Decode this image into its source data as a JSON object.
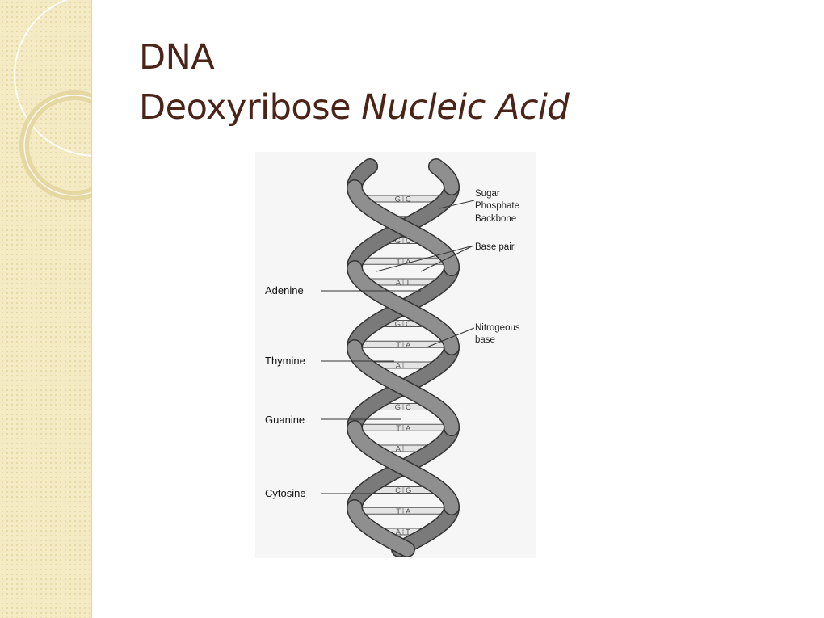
{
  "slide": {
    "title_line1": "DNA",
    "title_line2_part1": "Deoxyribose",
    "title_line2_part2": "Nucleic Acid",
    "title_color": "#4a2418",
    "panel_color": "#f4ebc4"
  },
  "diagram": {
    "labels": {
      "sugar_line1": "Sugar",
      "sugar_line2": "Phosphate",
      "sugar_line3": "Backbone",
      "base_pair": "Base pair",
      "nitro_line1": "Nitrogeous",
      "nitro_line2": "base",
      "adenine": "Adenine",
      "thymine": "Thymine",
      "guanine": "Guanine",
      "cytosine": "Cytosine"
    },
    "base_pairs": [
      {
        "left": "G",
        "right": "C"
      },
      {
        "left": "",
        "right": ""
      },
      {
        "left": "G",
        "right": "C"
      },
      {
        "left": "T",
        "right": "A"
      },
      {
        "left": "A",
        "right": "T"
      },
      {
        "left": "",
        "right": ""
      },
      {
        "left": "G",
        "right": "C"
      },
      {
        "left": "T",
        "right": "A"
      },
      {
        "left": "A",
        "right": ""
      },
      {
        "left": "",
        "right": ""
      },
      {
        "left": "G",
        "right": "C"
      },
      {
        "left": "T",
        "right": "A"
      },
      {
        "left": "A",
        "right": ""
      },
      {
        "left": "",
        "right": ""
      },
      {
        "left": "C",
        "right": "G"
      },
      {
        "left": "T",
        "right": "A"
      },
      {
        "left": "A",
        "right": "T"
      }
    ]
  }
}
